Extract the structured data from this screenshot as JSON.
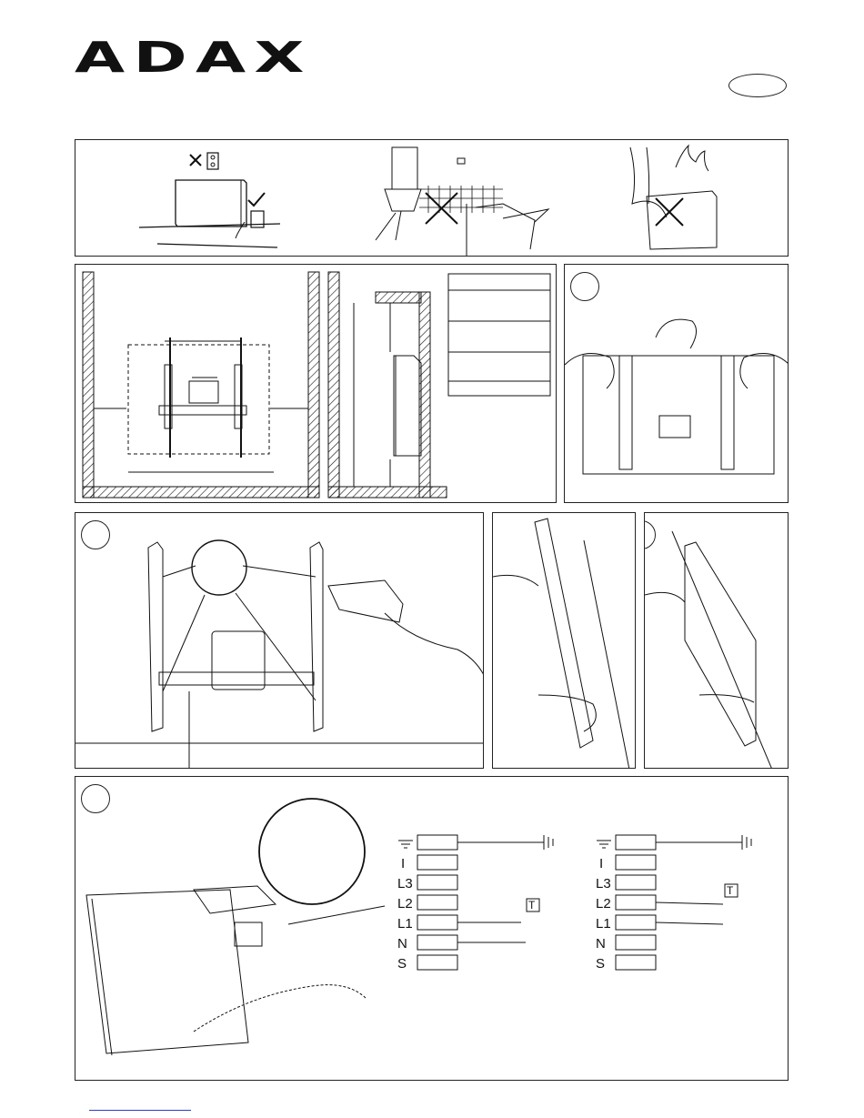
{
  "brand": {
    "logo_text": "ADAX"
  },
  "wiring": {
    "left": {
      "labels": [
        "",
        "I",
        "L3",
        "L2",
        "L1",
        "N",
        "S"
      ],
      "thermostat_label": "T"
    },
    "right": {
      "labels": [
        "",
        "I",
        "L3",
        "L2",
        "L1",
        "N",
        "S"
      ],
      "thermostat_label": "T"
    }
  },
  "icons": {
    "warning_cross": "cross-icon",
    "ok_check": "check-icon",
    "ground": "ground-icon"
  }
}
